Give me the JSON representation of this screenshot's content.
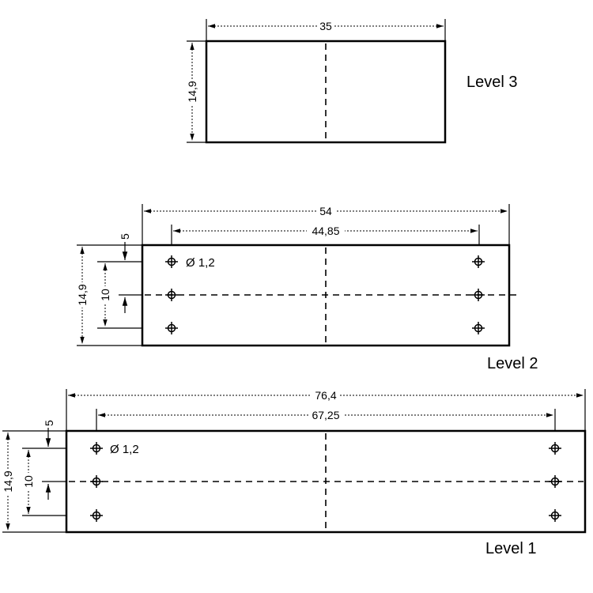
{
  "levels": {
    "level3": {
      "label": "Level 3",
      "width": "35",
      "height": "14,9"
    },
    "level2": {
      "label": "Level 2",
      "width": "54",
      "hole_spacing": "44,85",
      "height": "14,9",
      "hole_pitch": "10",
      "edge_offset": "5",
      "hole_diameter": "Ø 1,2"
    },
    "level1": {
      "label": "Level 1",
      "width": "76,4",
      "hole_spacing": "67,25",
      "height": "14,9",
      "hole_pitch": "10",
      "edge_offset": "5",
      "hole_diameter": "Ø 1,2"
    }
  }
}
